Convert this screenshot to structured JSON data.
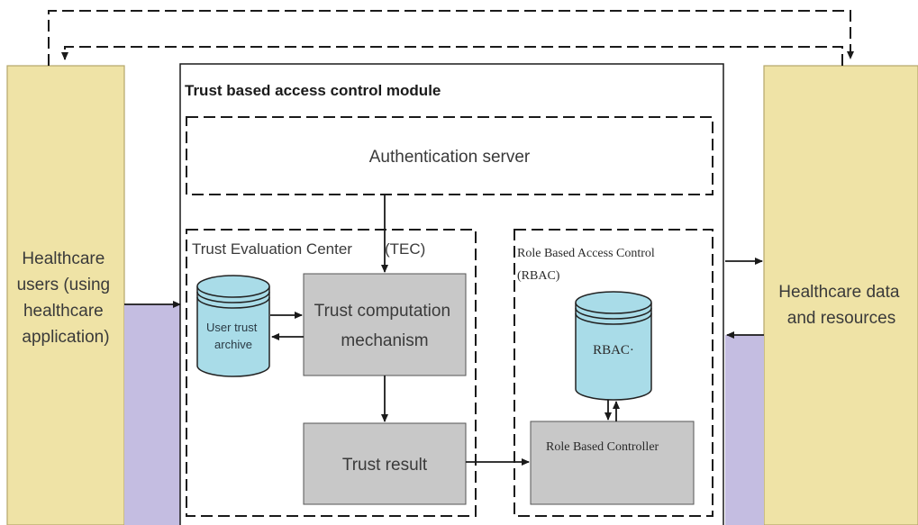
{
  "diagram": {
    "left_entity": {
      "lines": [
        "Healthcare",
        "users (using",
        "healthcare",
        "application)"
      ]
    },
    "right_entity": {
      "lines": [
        "Healthcare data",
        "and resources"
      ]
    },
    "module": {
      "title": "Trust based access control module"
    },
    "auth_server": {
      "label": "Authentication server"
    },
    "tec": {
      "title": "Trust Evaluation Center",
      "abbr": "(TEC)",
      "archive_lines": [
        "User trust",
        "archive"
      ],
      "computation_lines": [
        "Trust computation",
        "mechanism"
      ],
      "result": "Trust result"
    },
    "rbac": {
      "title_line1": "Role Based Access Control",
      "title_line2": "(RBAC)",
      "db_label": "RBAC·",
      "controller": "Role Based Controller"
    },
    "colors": {
      "entity_fill": "#efe3a6",
      "entity_stroke": "#b5a66a",
      "lavender": "#c4bde1",
      "gray_box": "#c8c8c8",
      "cylinder_fill": "#a9dce8",
      "cylinder_stroke": "#222222",
      "line": "#1a1a1a"
    }
  }
}
